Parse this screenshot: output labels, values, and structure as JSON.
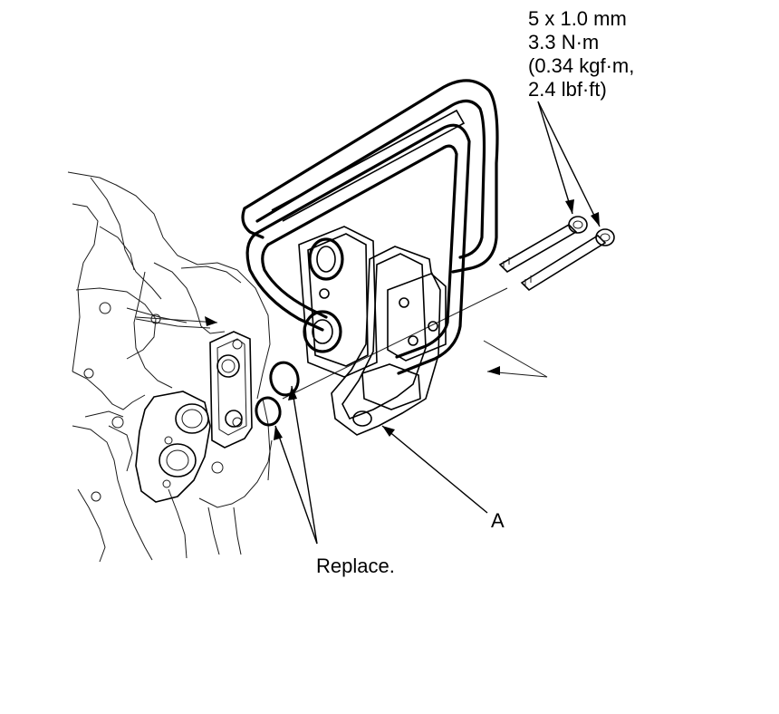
{
  "labels": {
    "bolt_spec": [
      "5 x 1.0 mm",
      "3.3 N·m",
      "(0.34 kgf·m,",
      "2.4 lbf·ft)"
    ],
    "part_a": "A",
    "replace_note": "Replace."
  }
}
